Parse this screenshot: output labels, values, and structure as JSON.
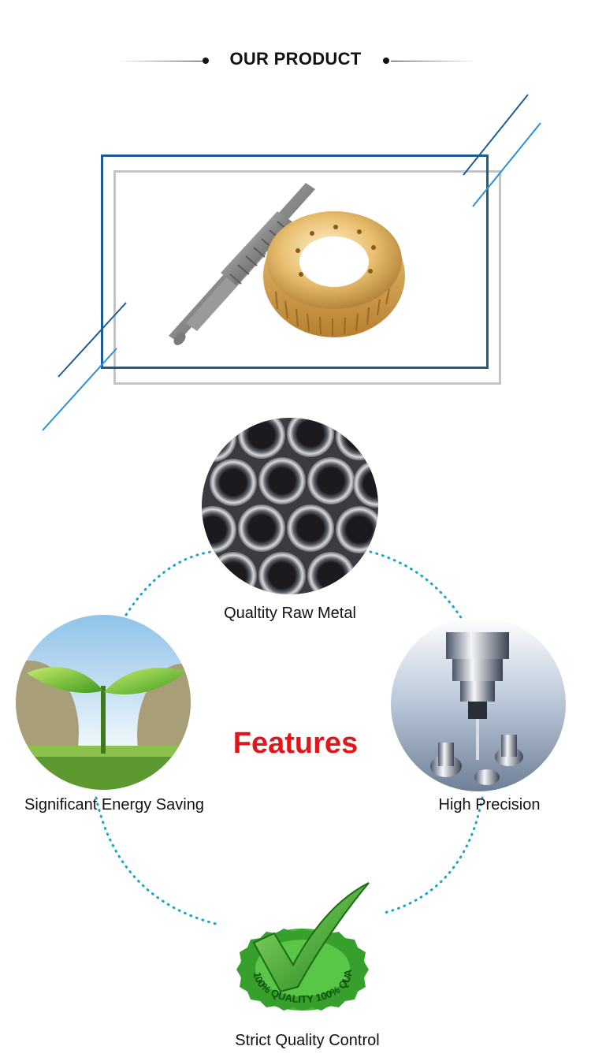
{
  "header": {
    "title": "OUR PRODUCT"
  },
  "features": {
    "title": "Features",
    "items": [
      {
        "label": "Qualtity Raw Metal"
      },
      {
        "label": "Significant Energy Saving"
      },
      {
        "label": "High Precision"
      },
      {
        "label": "Strict Quality Control"
      }
    ],
    "seal_text": "100% QUALITY 100% QUALITY"
  },
  "colors": {
    "accent_blue": "#1f5b92",
    "light_blue": "#2f8fd8",
    "features_red": "#e0161b",
    "dot_cyan": "#1aa6c8",
    "check_green": "#3aa42a"
  }
}
